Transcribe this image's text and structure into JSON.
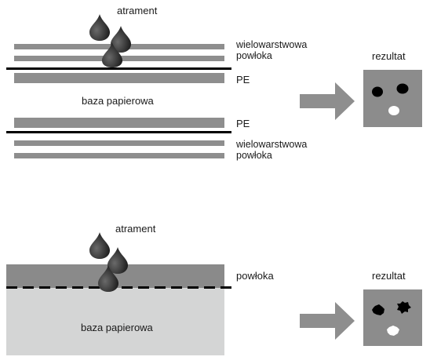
{
  "top": {
    "ink_label": "atrament",
    "coating_top_label_1": "wielowarstwowa",
    "coating_top_label_2": "powłoka",
    "pe_top_label": "PE",
    "base_label": "baza papierowa",
    "pe_bottom_label": "PE",
    "coating_bottom_label_1": "wielowarstwowa",
    "coating_bottom_label_2": "powłoka",
    "result_label": "rezultat"
  },
  "bottom": {
    "ink_label": "atrament",
    "coating_label": "powłoka",
    "base_label": "baza papierowa",
    "result_label": "rezultat"
  },
  "colors": {
    "layer_gray": "#8e8e8e",
    "coating_gray": "#8a8a8a",
    "base_light": "#d4d5d5",
    "result_box": "#8c8c8c",
    "arrow": "#8e8e8e",
    "ink": "#2a2a2a",
    "line": "#000000"
  }
}
